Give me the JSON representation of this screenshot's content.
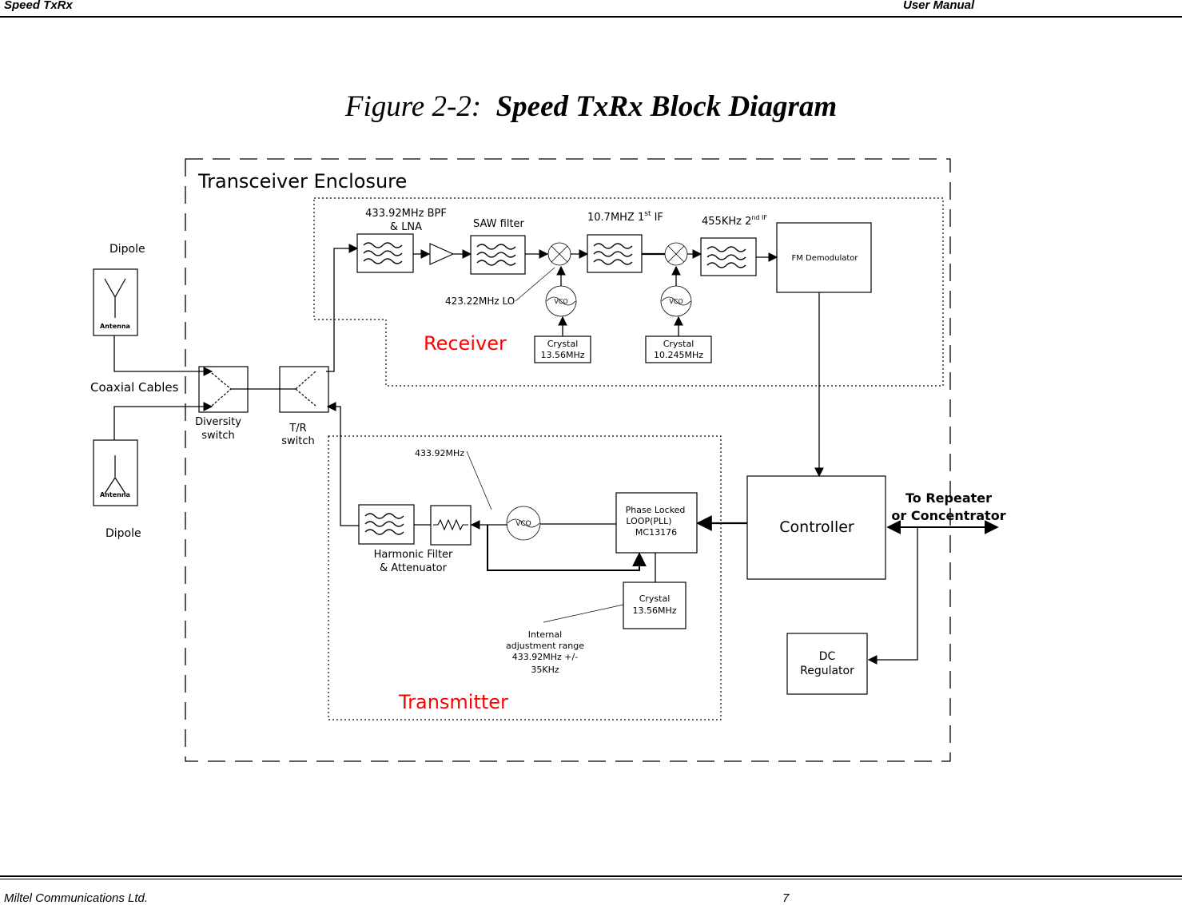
{
  "header": {
    "left": "Speed TxRx",
    "right": "User Manual"
  },
  "footer": {
    "left": "Miltel Communications Ltd.",
    "page": "7"
  },
  "figure": {
    "label": "Figure 2-2:",
    "title": "Speed TxRx  Block Diagram"
  },
  "diagram": {
    "enclosure_label": "Transceiver Enclosure",
    "receiver_label": "Receiver",
    "transmitter_label": "Transmitter",
    "antenna_top": {
      "caption": "Dipole",
      "inner": "Antenna"
    },
    "antenna_bottom": {
      "caption": "Dipole",
      "inner": "Antenna"
    },
    "coax_label": "Coaxial Cables",
    "diversity_switch": [
      "Diversity",
      "switch"
    ],
    "tr_switch": [
      "T/R",
      "switch"
    ],
    "bpf_label": [
      "433.92MHz BPF",
      "& LNA"
    ],
    "saw_label": "SAW filter",
    "if1_label": {
      "main": "10.7MHZ 1",
      "sup": "st",
      "tail": " IF"
    },
    "if2_label": {
      "main": "455KHz 2",
      "sup": "nd IF"
    },
    "fm_demod": "FM Demodulator",
    "lo_label": "423.22MHz LO",
    "vco": "VCO",
    "crystal_rx1": [
      "Crystal",
      "13.56MHz"
    ],
    "crystal_rx2": [
      "Crystal",
      "10.245MHz"
    ],
    "tx_freq_label": "433.92MHz",
    "harmonic_label": [
      "Harmonic Filter",
      "& Attenuator"
    ],
    "pll": [
      "Phase Locked",
      "LOOP(PLL)",
      "MC13176"
    ],
    "crystal_tx": [
      "Crystal",
      "13.56MHz"
    ],
    "internal_adj": [
      "Internal",
      "adjustment range",
      "433.92MHz +/-",
      "35KHz"
    ],
    "controller": "Controller",
    "dc_regulator": [
      "DC",
      "Regulator"
    ],
    "to_repeater": [
      "To Repeater",
      "or Concentrator"
    ]
  },
  "colors": {
    "accent_red": "#ff0000",
    "line": "#000000"
  }
}
